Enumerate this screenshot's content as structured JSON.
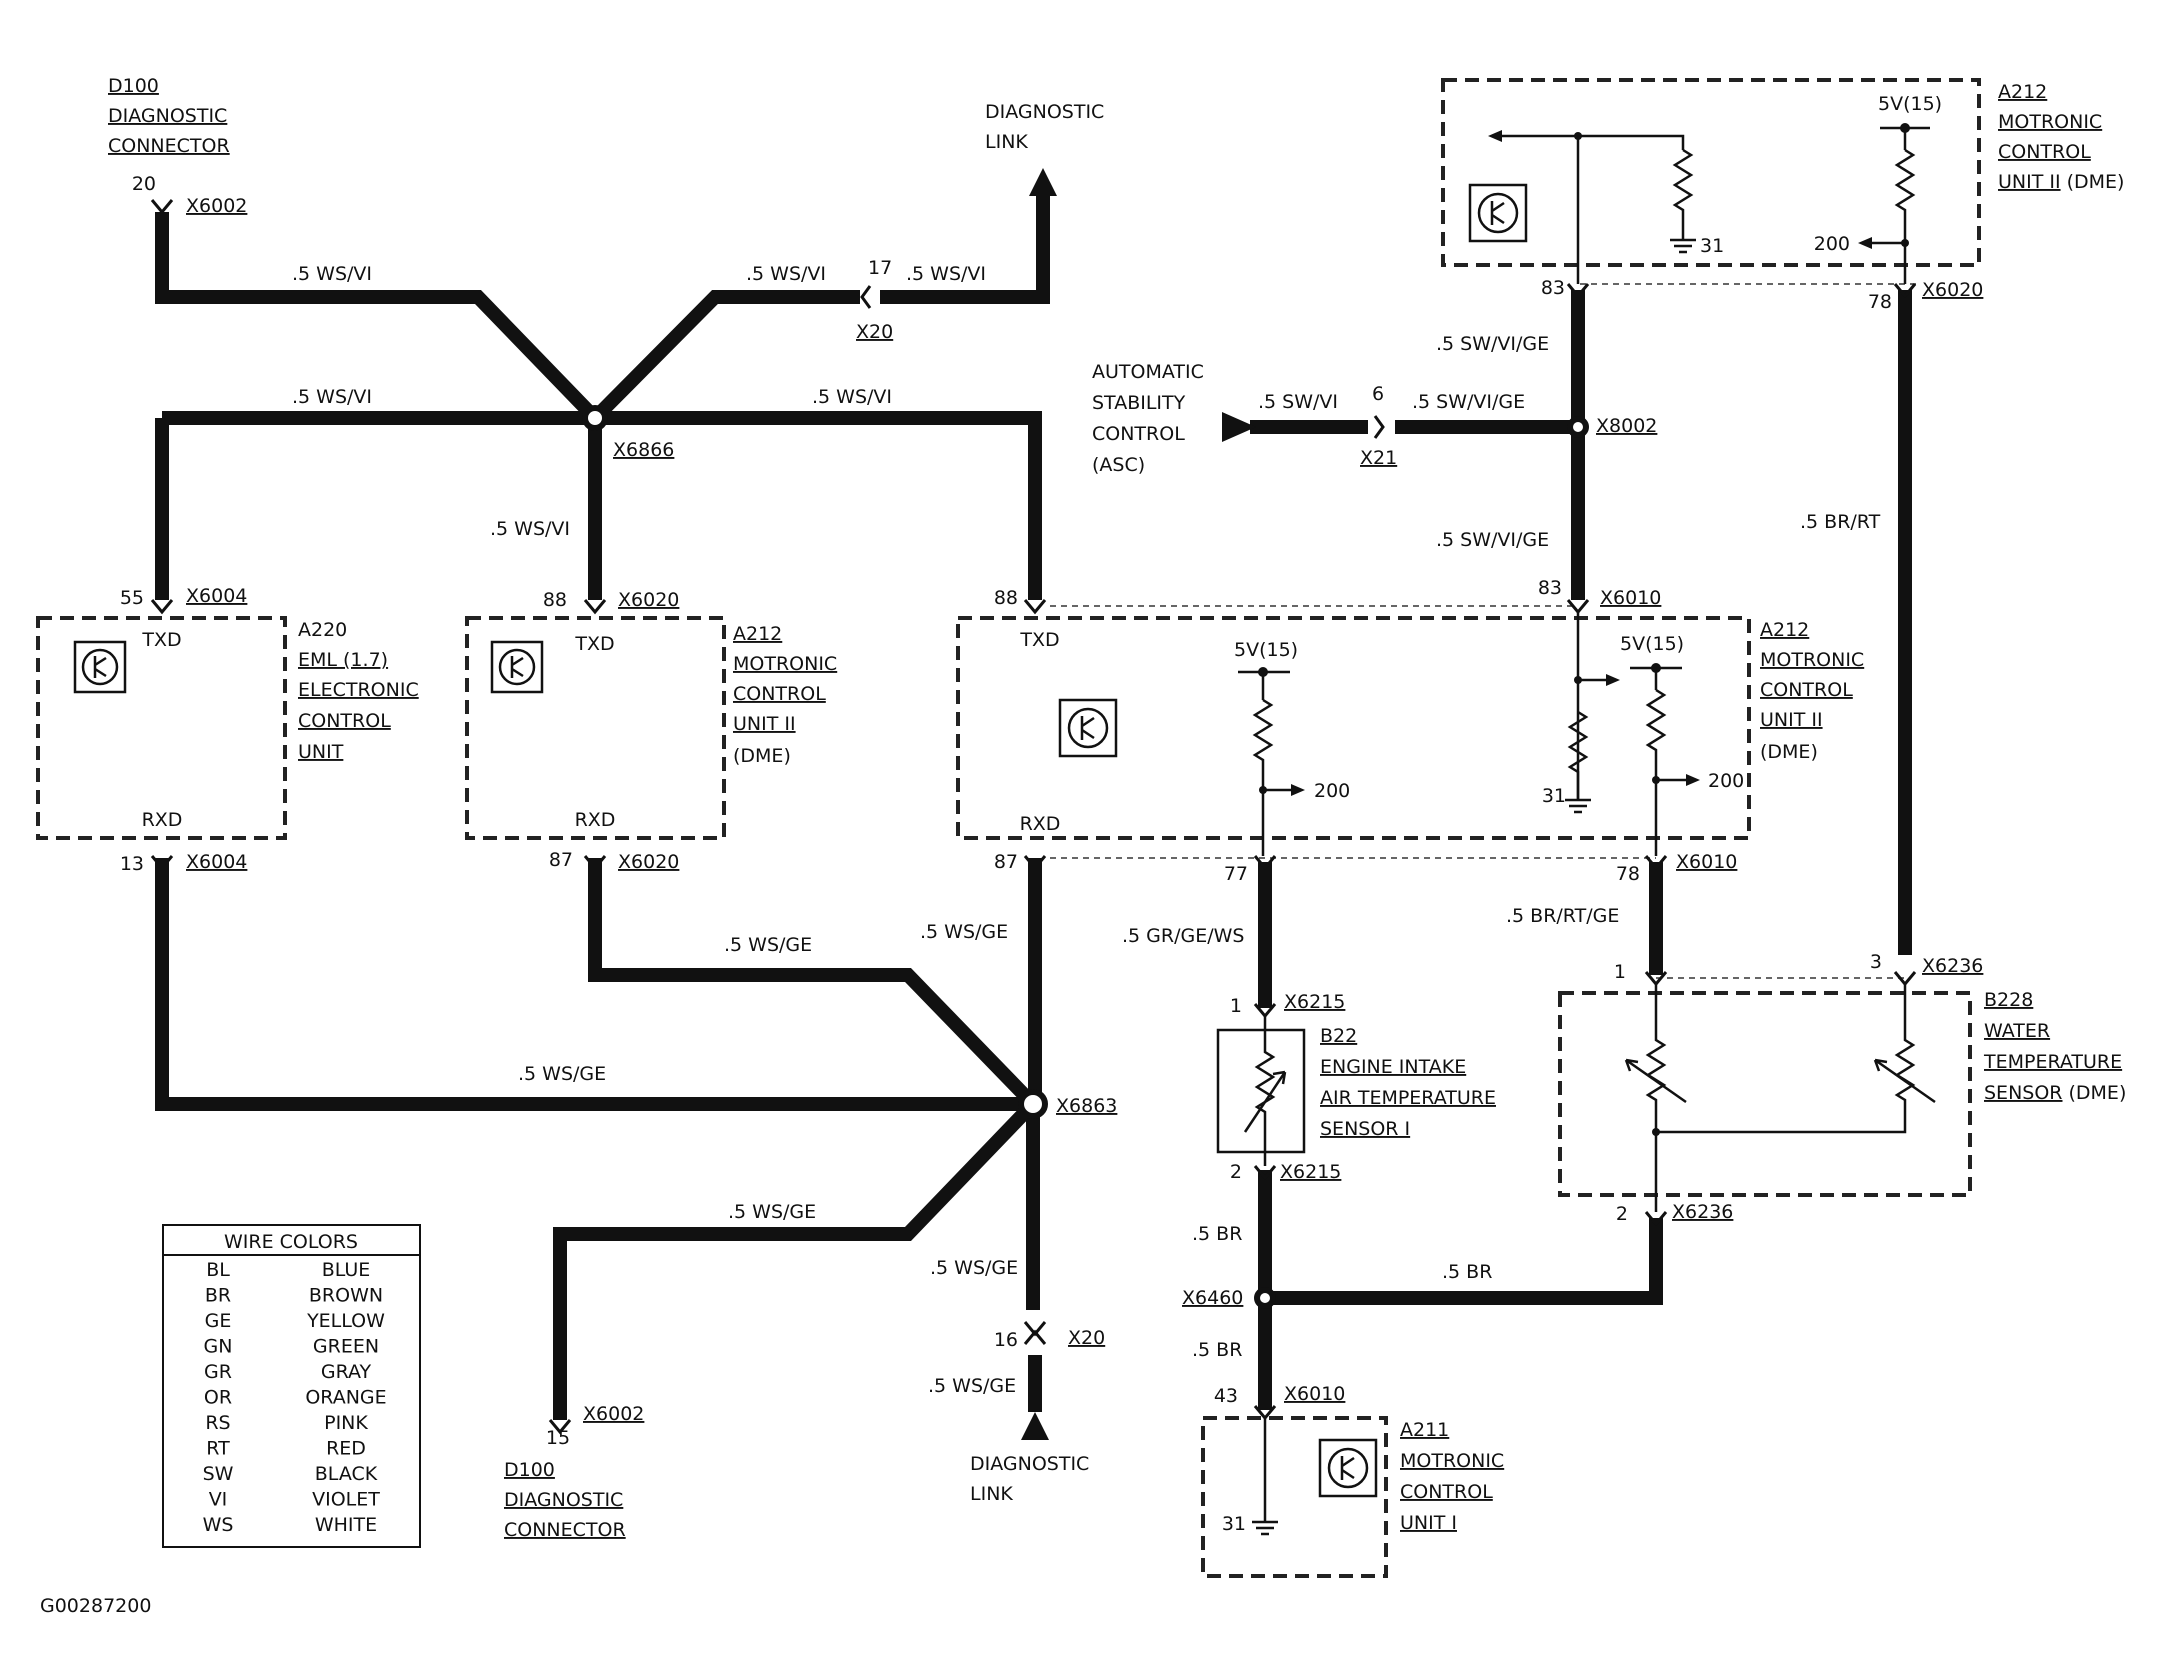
{
  "figure_id": "G00287200",
  "labels": {
    "d100_top_1": "D100",
    "d100_top_2": "DIAGNOSTIC",
    "d100_top_3": "CONNECTOR",
    "d100_bot_1": "D100",
    "d100_bot_2": "DIAGNOSTIC",
    "d100_bot_3": "CONNECTOR",
    "diag_link_top_1": "DIAGNOSTIC",
    "diag_link_top_2": "LINK",
    "diag_link_bot_1": "DIAGNOSTIC",
    "diag_link_bot_2": "LINK",
    "asc_1": "AUTOMATIC",
    "asc_2": "STABILITY",
    "asc_3": "CONTROL",
    "asc_4": "(ASC)",
    "a212_top_1": "A212",
    "a212_top_2": "MOTRONIC",
    "a212_top_3": "CONTROL",
    "a212_top_4": "UNIT II",
    "a212_top_5": "(DME)",
    "a220_1": "A220",
    "a220_2": "EML (1.7)",
    "a220_3": "ELECTRONIC",
    "a220_4": "CONTROL",
    "a220_5": "UNIT",
    "a212_mid_1": "A212",
    "a212_mid_2": "MOTRONIC",
    "a212_mid_3": "CONTROL",
    "a212_mid_4": "UNIT II",
    "a212_mid_5": "(DME)",
    "a212_right_1": "A212",
    "a212_right_2": "MOTRONIC",
    "a212_right_3": "CONTROL",
    "a212_right_4": "UNIT II",
    "a212_right_5": "(DME)",
    "b22_1": "B22",
    "b22_2": "ENGINE INTAKE",
    "b22_3": "AIR TEMPERATURE",
    "b22_4": "SENSOR I",
    "b228_1": "B228",
    "b228_2": "WATER",
    "b228_3": "TEMPERATURE",
    "b228_4": "SENSOR",
    "b228_5": "(DME)",
    "a211_1": "A211",
    "a211_2": "MOTRONIC",
    "a211_3": "CONTROL",
    "a211_4": "UNIT I"
  },
  "wires": {
    "ws_vi": ".5 WS/VI",
    "ws_ge": ".5 WS/GE",
    "sw_vi": ".5 SW/VI",
    "sw_vi_ge": ".5 SW/VI/GE",
    "sw_vi_ge_sp": ".5  SW/VI/GE",
    "br_rt": ".5 BR/RT",
    "br_rt_ge": ".5  BR/RT/GE",
    "gr_ge_ws": ".5 GR/GE/WS",
    "br": ".5 BR"
  },
  "connectors": {
    "x6002": "X6002",
    "x20": "X20",
    "x6866": "X6866",
    "x6004": "X6004",
    "x6020": "X6020",
    "x21": "X21",
    "x8002": "X8002",
    "x6010": "X6010",
    "x6863": "X6863",
    "x6215": "X6215",
    "x6236": "X6236",
    "x6460": "X6460"
  },
  "pins": {
    "p20": "20",
    "p17": "17",
    "p6": "6",
    "p83": "83",
    "p78": "78",
    "p55": "55",
    "p88": "88",
    "p13": "13",
    "p87": "87",
    "p77": "77",
    "p1": "1",
    "p2": "2",
    "p3": "3",
    "p15": "15",
    "p16": "16",
    "p43": "43",
    "p200": "200",
    "p31": "31"
  },
  "signals": {
    "txd": "TXD",
    "rxd": "RXD",
    "v5": "5V(15)"
  },
  "wire_colors": {
    "title": "WIRE COLORS",
    "rows": [
      {
        "code": "BL",
        "name": "BLUE"
      },
      {
        "code": "BR",
        "name": "BROWN"
      },
      {
        "code": "GE",
        "name": "YELLOW"
      },
      {
        "code": "GN",
        "name": "GREEN"
      },
      {
        "code": "GR",
        "name": "GRAY"
      },
      {
        "code": "OR",
        "name": "ORANGE"
      },
      {
        "code": "RS",
        "name": "PINK"
      },
      {
        "code": "RT",
        "name": "RED"
      },
      {
        "code": "SW",
        "name": "BLACK"
      },
      {
        "code": "VI",
        "name": "VIOLET"
      },
      {
        "code": "WS",
        "name": "WHITE"
      }
    ]
  }
}
